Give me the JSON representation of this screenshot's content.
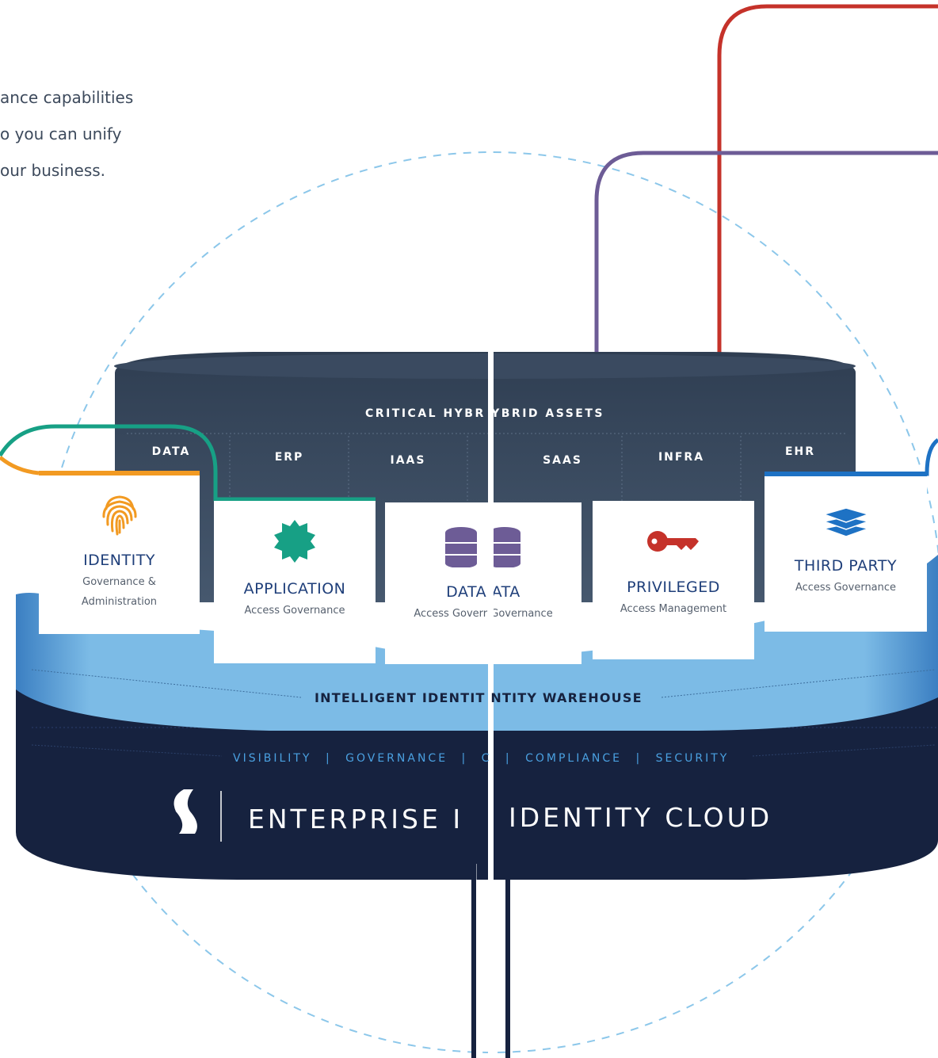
{
  "intro": {
    "lines": [
      "ance capabilities",
      "o you can unify",
      "our business."
    ]
  },
  "assets": {
    "title": "CRITICAL HYBR YBRID ASSETS",
    "columns": [
      "DATA",
      "ERP",
      "IAAS",
      "SAAS",
      "INFRA",
      "EHR"
    ]
  },
  "cards": [
    {
      "title": "IDENTITY",
      "subtitle_1": "Governance &",
      "subtitle_2": "Administration",
      "icon": "fingerprint-icon",
      "accent": "#f29a22"
    },
    {
      "title": "APPLICATION",
      "subtitle_1": "Access Governance",
      "icon": "gear-badge-icon",
      "accent": "#17a085"
    },
    {
      "title": "DATA ATA",
      "subtitle_1": "Access Goverr Governance",
      "icon": "database-icon",
      "accent": "#6d5c96"
    },
    {
      "title": "PRIVILEGED",
      "subtitle_1": "Access Management",
      "icon": "key-icon",
      "accent": "#c5322a"
    },
    {
      "title": "THIRD PARTY",
      "subtitle_1": "Access Governance",
      "icon": "layers-icon",
      "accent": "#1e72c4"
    }
  ],
  "warehouse": {
    "label": "INTELLIGENT IDENTIT NTITY WAREHOUSE"
  },
  "pillars": {
    "items": [
      "VISIBILITY",
      "GOVERNANCE",
      "C",
      "COMPLIANCE",
      "SECURITY"
    ]
  },
  "cloud": {
    "left": "ENTERPRISE I",
    "right": "IDENTITY CLOUD",
    "logo": "s-logo-icon"
  },
  "colors": {
    "navy": "#16223f",
    "slate": "#3f5168",
    "sky": "#7dbde6",
    "dash": "#8cc7ea",
    "red": "#c5322a",
    "purple": "#6d5c96",
    "teal": "#17a085",
    "orange": "#f29a22",
    "blue": "#1e72c4"
  }
}
